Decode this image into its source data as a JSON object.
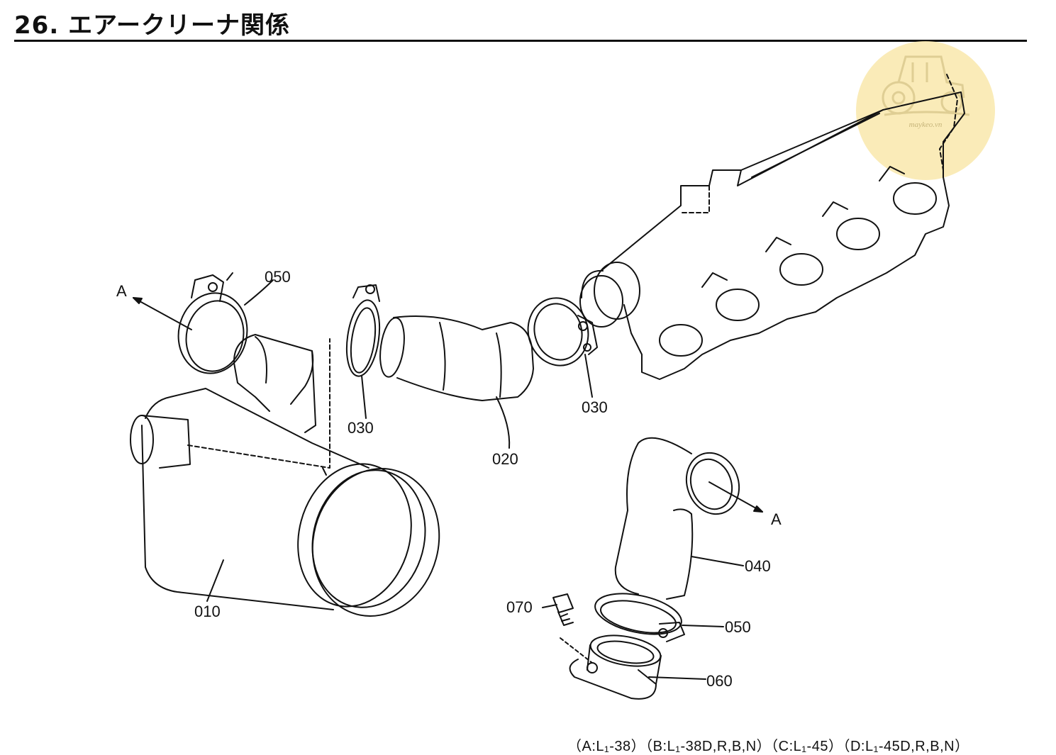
{
  "title": "26. エアークリーナ関係",
  "watermark": {
    "text": "maykeo.vn"
  },
  "parts": {
    "p010": "010",
    "p020": "020",
    "p030a": "030",
    "p030b": "030",
    "p040": "040",
    "p050a": "050",
    "p050b": "050",
    "p060": "060",
    "p070": "070"
  },
  "markers": {
    "a1": "A",
    "a2": "A"
  },
  "footer": "（A:L₁-38）（B:L₁-38D,R,B,N）（C:L₁-45）（D:L₁-45D,R,B,N）"
}
